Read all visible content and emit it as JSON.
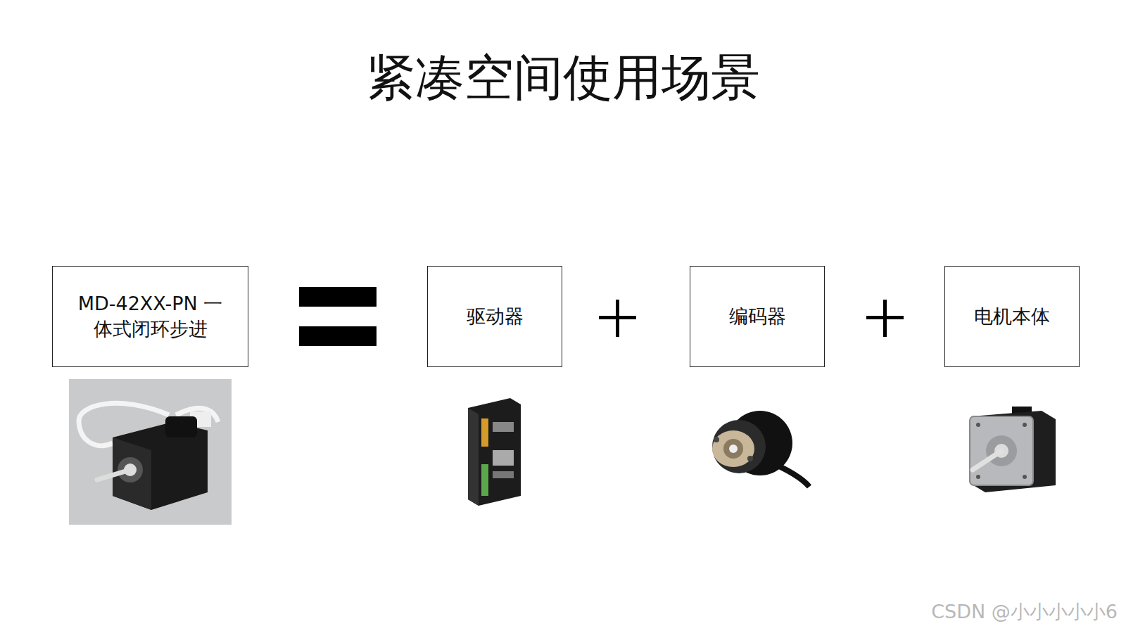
{
  "diagram": {
    "title": "紧凑空间使用场景",
    "nodes": [
      {
        "text": [
          "MD-42XX-PN 一体式闭环步进"
        ]
      },
      {
        "text": [
          "驱动器"
        ]
      },
      {
        "text": [
          "编码器"
        ]
      },
      {
        "text": [
          "电机本体"
        ]
      }
    ],
    "labels": [
      "CSDN @小小小小小6"
    ]
  }
}
